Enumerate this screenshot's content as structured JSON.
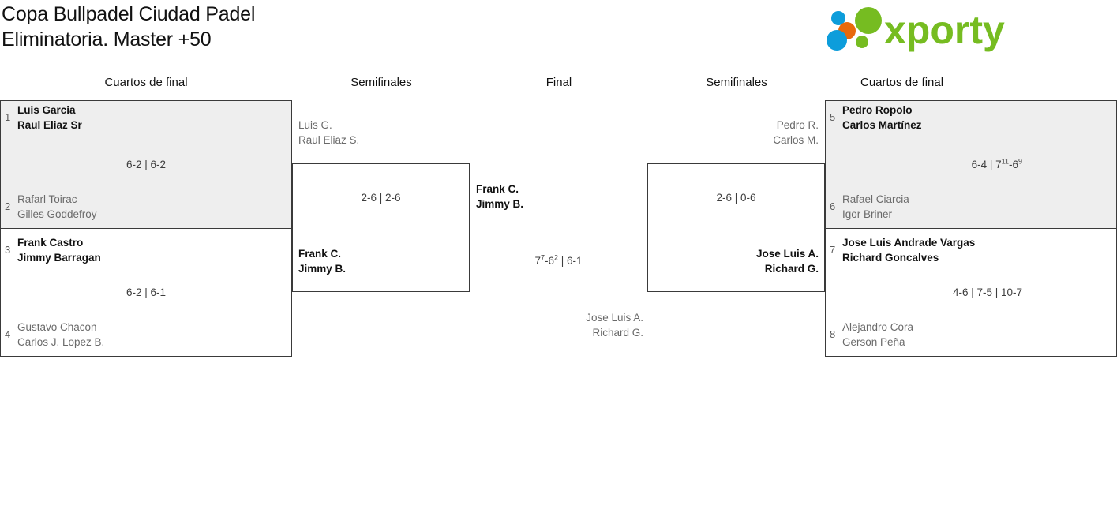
{
  "header": {
    "title": "Copa Bullpadel Ciudad Padel\nEliminatoria. Master +50",
    "logo_text": "xporty",
    "logo_colors": {
      "green": "#76bc21",
      "orange": "#e8690b",
      "blue": "#0d9ddb"
    }
  },
  "rounds": [
    {
      "label": "Cuartos de final"
    },
    {
      "label": "Semifinales"
    },
    {
      "label": "Final"
    },
    {
      "label": "Semifinales"
    },
    {
      "label": "Cuartos de final"
    }
  ],
  "matches": {
    "qf_left_1": {
      "top": {
        "seed": "1",
        "players": "Luis Garcia\nRaul Eliaz Sr",
        "winner": true
      },
      "bottom": {
        "seed": "2",
        "players": "Rafarl Toirac\nGilles Goddefroy",
        "winner": false
      },
      "score": "6-2 | 6-2"
    },
    "qf_left_2": {
      "top": {
        "seed": "3",
        "players": "Frank Castro\nJimmy Barragan",
        "winner": true
      },
      "bottom": {
        "seed": "4",
        "players": "Gustavo Chacon\nCarlos J. Lopez B.",
        "winner": false
      },
      "score": "6-2 | 6-1"
    },
    "sf_left": {
      "top": {
        "players": "Luis G.\nRaul Eliaz S.",
        "winner": false
      },
      "bottom": {
        "players": "Frank C.\nJimmy B.",
        "winner": true
      },
      "score": "2-6 | 2-6"
    },
    "final": {
      "top": {
        "players": "Frank C.\nJimmy B.",
        "winner": true
      },
      "bottom": {
        "players": "Jose Luis A.\nRichard G.",
        "winner": false
      },
      "score_html": "7<sup>7</sup>-6<sup>2</sup> | 6-1"
    },
    "sf_right": {
      "top": {
        "players": "Pedro R.\nCarlos M.",
        "winner": false
      },
      "bottom": {
        "players": "Jose Luis A.\nRichard G.",
        "winner": true
      },
      "score": "2-6 | 0-6"
    },
    "qf_right_1": {
      "top": {
        "seed": "5",
        "players": "Pedro Ropolo\nCarlos Martínez",
        "winner": true
      },
      "bottom": {
        "seed": "6",
        "players": "Rafael Ciarcia\nIgor Briner",
        "winner": false
      },
      "score_html": "6-4 | 7<sup>11</sup>-6<sup>9</sup>"
    },
    "qf_right_2": {
      "top": {
        "seed": "7",
        "players": "Jose Luis Andrade Vargas\nRichard Goncalves",
        "winner": true
      },
      "bottom": {
        "seed": "8",
        "players": "Alejandro Cora\nGerson Peña",
        "winner": false
      },
      "score": "4-6 | 7-5 | 10-7"
    }
  }
}
